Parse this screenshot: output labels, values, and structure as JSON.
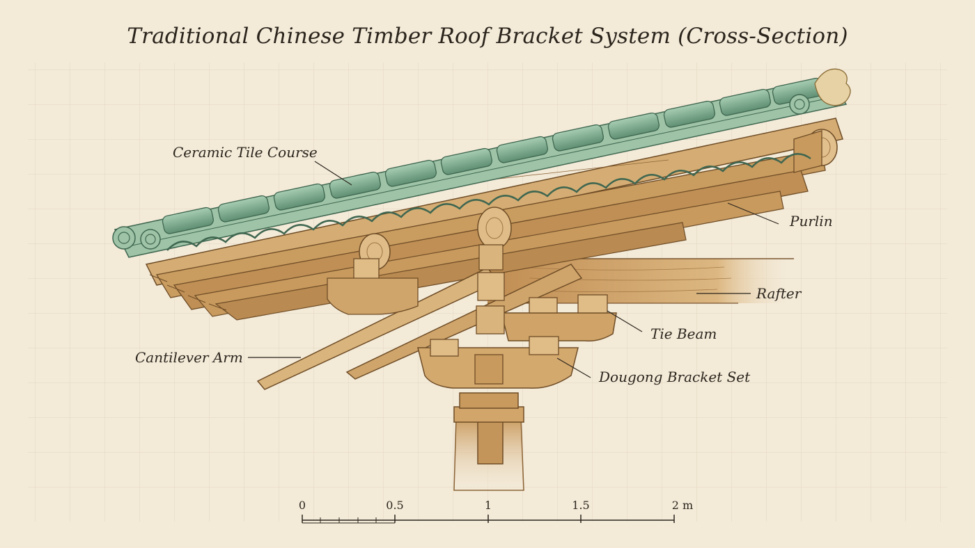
{
  "title": "Traditional Chinese Timber Roof Bracket System (Cross-Section)",
  "labels": {
    "ceramic_tile_course": "Ceramic Tile Course",
    "purlin": "Purlin",
    "rafter": "Rafter",
    "tie_beam": "Tie Beam",
    "cantilever_arm": "Cantilever Arm",
    "dougong_bracket_set": "Dougong Bracket Set"
  },
  "scale_bar": {
    "ticks": [
      "0",
      "0.5",
      "1",
      "1.5",
      "2 m"
    ]
  },
  "colors": {
    "paper": "#f3ead8",
    "grid": "#e3d8c3",
    "ink": "#2b251d",
    "timber_light": "#d9b47c",
    "timber_mid": "#c4955a",
    "timber_dark": "#8a6234",
    "tile_green": "#8bb89a",
    "tile_dark": "#4f7d63"
  }
}
